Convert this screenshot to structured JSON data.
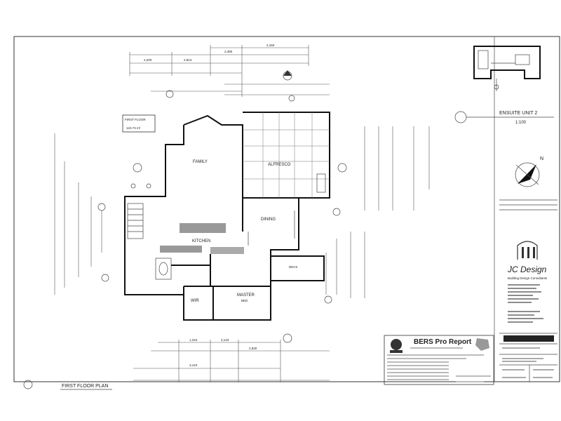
{
  "plan": {
    "title": "FIRST FLOOR PLAN",
    "floor_area_box": [
      "FIRST FLOOR",
      "123.73 m²"
    ],
    "rooms": {
      "family": "FAMILY",
      "alfresco": "ALFRESCO",
      "dining": "DINING",
      "kitchen": "KITCHEN",
      "master": "MASTER",
      "master_sub": "BED",
      "wir": "WIR",
      "deck": "DECK"
    },
    "dims_top": [
      "2,200",
      "2,813",
      "2,380",
      "2,160"
    ],
    "dims_bottom": [
      "1,310",
      "3,133",
      "2,830",
      "3,410"
    ]
  },
  "ensuite": {
    "label": "ENSUITE UNIT 2",
    "scale": "1:100"
  },
  "north": {
    "label": "N"
  },
  "bers": {
    "title": "BERS Pro Report"
  },
  "company": {
    "logo_text": "JC Design",
    "tagline": "Building Design Consultants"
  }
}
